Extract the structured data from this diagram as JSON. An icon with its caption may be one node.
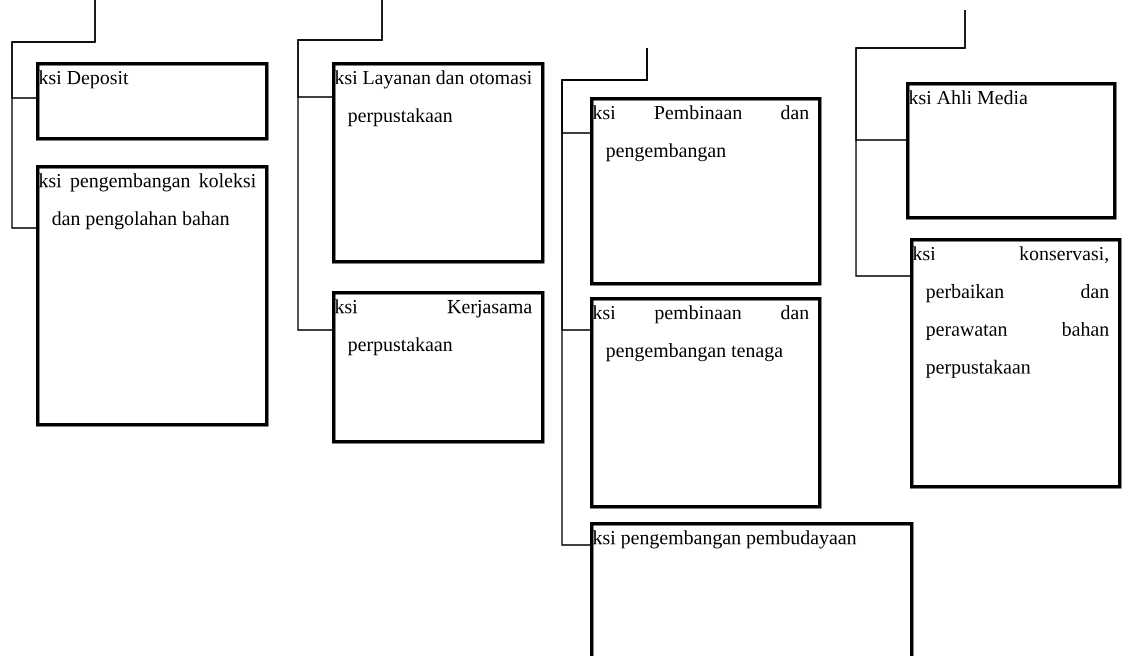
{
  "diagram": {
    "nodes": [
      {
        "text": [
          "ksi Deposit"
        ]
      },
      {
        "text": [
          "ksi pengembangan koleksi dan pengolahan bahan"
        ]
      },
      {
        "text": [
          "ksi Layanan dan otomasi perpustakaan"
        ]
      },
      {
        "text": [
          "ksi Kerjasama perpustakaan"
        ]
      },
      {
        "text": [
          "ksi Pembinaan dan pengembangan"
        ]
      },
      {
        "text": [
          "ksi pembinaan dan pengembangan tenaga"
        ]
      },
      {
        "text": [
          "ksi pengembangan pembudayaan"
        ]
      },
      {
        "text": [
          "ksi Ahli Media"
        ]
      },
      {
        "text": [
          "ksi konservasi, perbaikan dan perawatan bahan perpustakaan"
        ]
      }
    ],
    "edges": [
      {
        "from": null,
        "to": 0,
        "arrow": "none"
      },
      {
        "from": null,
        "to": 1,
        "arrow": "none"
      },
      {
        "from": null,
        "to": 2,
        "arrow": "none"
      },
      {
        "from": null,
        "to": 3,
        "arrow": "none"
      },
      {
        "from": null,
        "to": 4,
        "arrow": "none"
      },
      {
        "from": null,
        "to": 5,
        "arrow": "none"
      },
      {
        "from": null,
        "to": 6,
        "arrow": "none"
      },
      {
        "from": null,
        "to": 7,
        "arrow": "none"
      },
      {
        "from": null,
        "to": 8,
        "arrow": "none"
      }
    ]
  }
}
